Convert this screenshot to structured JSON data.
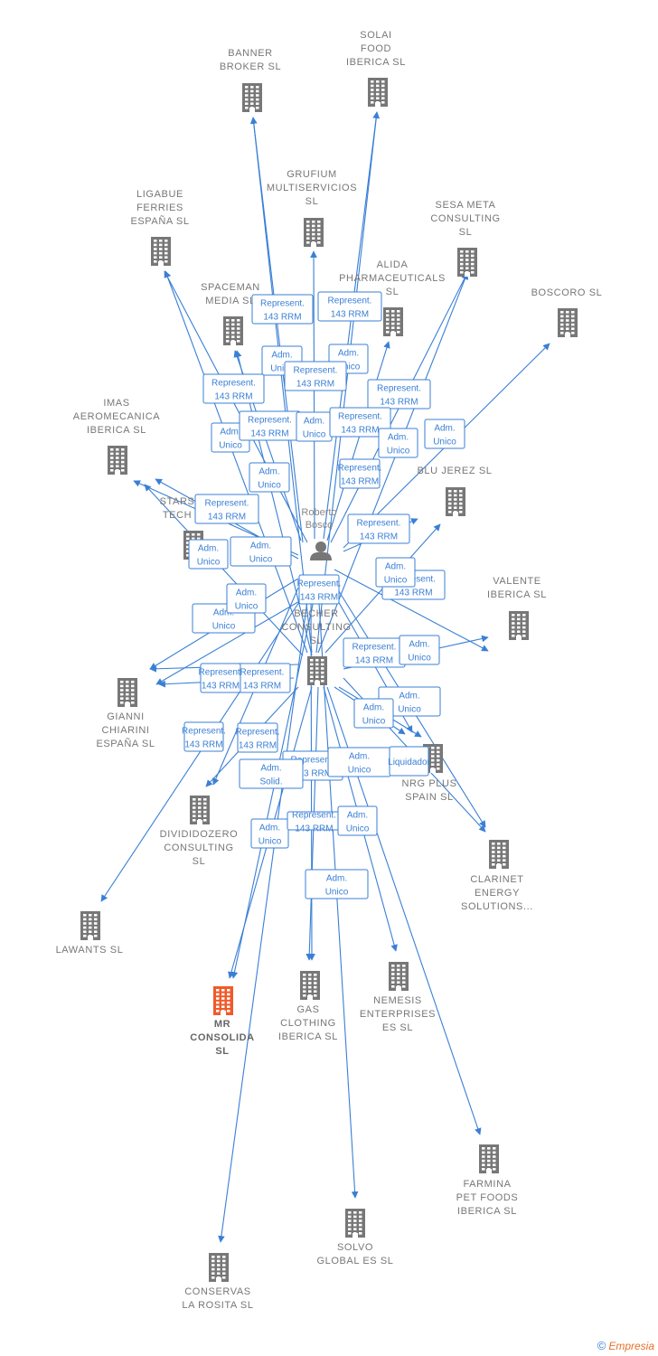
{
  "person": {
    "name_lines": [
      "Roberto",
      "Bosco"
    ]
  },
  "colors": {
    "edge": "#3a7fd5",
    "building": "#777777",
    "focus_building": "#f05a2a"
  },
  "companies": [
    {
      "id": "banner",
      "lines": [
        "BANNER",
        "BROKER  SL"
      ]
    },
    {
      "id": "solai",
      "lines": [
        "SOLAI",
        "FOOD",
        "IBERICA  SL"
      ]
    },
    {
      "id": "grufium",
      "lines": [
        "GRUFIUM",
        "MULTISERVICIOS",
        "SL"
      ]
    },
    {
      "id": "ligabue",
      "lines": [
        "LIGABUE",
        "FERRIES",
        "ESPAÑA  SL"
      ]
    },
    {
      "id": "sesa",
      "lines": [
        "SESA META",
        "CONSULTING",
        "SL"
      ]
    },
    {
      "id": "alida",
      "lines": [
        "ALIDA",
        "PHARMACEUTICALS",
        "SL"
      ]
    },
    {
      "id": "spaceman",
      "lines": [
        "SPACEMAN",
        "MEDIA  SL"
      ]
    },
    {
      "id": "boscoro",
      "lines": [
        "BOSCORO  SL"
      ]
    },
    {
      "id": "imas",
      "lines": [
        "IMAS",
        "AEROMECANICA",
        "IBERICA  SL"
      ]
    },
    {
      "id": "blujerez",
      "lines": [
        "BLU JEREZ  SL"
      ]
    },
    {
      "id": "stars",
      "lines": [
        "STARS",
        "TECH"
      ]
    },
    {
      "id": "valente",
      "lines": [
        "VALENTE",
        "IBERICA  SL"
      ]
    },
    {
      "id": "becher",
      "lines": [
        "BECHER",
        "CONSULTING",
        "SL"
      ]
    },
    {
      "id": "gianni",
      "lines": [
        "GIANNI",
        "CHIARINI",
        "ESPAÑA  SL"
      ]
    },
    {
      "id": "nrg",
      "lines": [
        "NRG PLUS",
        "SPAIN  SL"
      ]
    },
    {
      "id": "divididozero",
      "lines": [
        "DIVIDIDOZERO",
        "CONSULTING",
        "SL"
      ]
    },
    {
      "id": "clarinet",
      "lines": [
        "CLARINET",
        "ENERGY",
        "SOLUTIONS..."
      ]
    },
    {
      "id": "lawants",
      "lines": [
        "LAWANTS  SL"
      ]
    },
    {
      "id": "mr",
      "lines": [
        "MR",
        "CONSOLIDA",
        "SL"
      ],
      "focus": true
    },
    {
      "id": "gas",
      "lines": [
        "GAS",
        "CLOTHING",
        "IBERICA SL"
      ]
    },
    {
      "id": "nemesis",
      "lines": [
        "NEMESIS",
        "ENTERPRISES",
        "ES  SL"
      ]
    },
    {
      "id": "farmina",
      "lines": [
        "FARMINA",
        "PET FOODS",
        "IBERICA SL"
      ]
    },
    {
      "id": "solvo",
      "lines": [
        "SOLVO",
        "GLOBAL ES  SL"
      ]
    },
    {
      "id": "conservas",
      "lines": [
        "CONSERVAS",
        "LA ROSITA  SL"
      ]
    }
  ],
  "edge_labels": [
    {
      "lines": [
        "Represent.",
        "143 RRM"
      ]
    },
    {
      "lines": [
        "Represent.",
        "143 RRM"
      ]
    },
    {
      "lines": [
        "Adm.",
        "Unico"
      ]
    },
    {
      "lines": [
        "Adm.",
        "Unico"
      ]
    },
    {
      "lines": [
        "Represent.",
        "143 RRM"
      ]
    },
    {
      "lines": [
        "Represent.",
        "143 RRM"
      ]
    },
    {
      "lines": [
        "Represent.",
        "143 RRM"
      ]
    },
    {
      "lines": [
        "Adm.",
        "Unico"
      ]
    },
    {
      "lines": [
        "Represent.",
        "143 RRM"
      ]
    },
    {
      "lines": [
        "Adm.",
        "Unico"
      ]
    },
    {
      "lines": [
        "Represent.",
        "143 RRM"
      ]
    },
    {
      "lines": [
        "Adm.",
        "Unico"
      ]
    },
    {
      "lines": [
        "Adm.",
        "Unico"
      ]
    },
    {
      "lines": [
        "Adm.",
        "Unico"
      ]
    },
    {
      "lines": [
        "Represent.",
        "143 RRM"
      ]
    },
    {
      "lines": [
        "Represent.",
        "143 RRM"
      ]
    },
    {
      "lines": [
        "Represent.",
        "143 RRM"
      ]
    },
    {
      "lines": [
        "Adm.",
        "Unico"
      ]
    },
    {
      "lines": [
        "Adm.",
        "Unico"
      ]
    },
    {
      "lines": [
        "Represent.",
        "143 RRM"
      ]
    },
    {
      "lines": [
        "Adm.",
        "Unico"
      ]
    },
    {
      "lines": [
        "Adm.",
        "Unico"
      ]
    },
    {
      "lines": [
        "Represent.",
        "143 RRM"
      ]
    },
    {
      "lines": [
        "Represent.",
        "143 RRM"
      ]
    },
    {
      "lines": [
        "Adm.",
        "Unico"
      ]
    },
    {
      "lines": [
        "Represent.",
        "143 RRM"
      ]
    },
    {
      "lines": [
        "Represent.",
        "143 RRM"
      ]
    },
    {
      "lines": [
        "Adm.",
        "Unico"
      ]
    },
    {
      "lines": [
        "Adm.",
        "Unico"
      ]
    },
    {
      "lines": [
        "Adm.",
        "Unico"
      ]
    },
    {
      "lines": [
        "Represent.",
        "143 RRM"
      ]
    },
    {
      "lines": [
        "Represent.",
        "143 RRM"
      ]
    },
    {
      "lines": [
        "Represent.",
        "143 RRM"
      ]
    },
    {
      "lines": [
        "Adm.",
        "Solid."
      ]
    },
    {
      "lines": [
        "Adm.",
        "Unico"
      ]
    },
    {
      "lines": [
        "Liquidador"
      ]
    },
    {
      "lines": [
        "Adm.",
        "Unico"
      ]
    },
    {
      "lines": [
        "Represent.",
        "143 RRM"
      ]
    },
    {
      "lines": [
        "Adm.",
        "Unico"
      ]
    },
    {
      "lines": [
        "Adm.",
        "Unico"
      ]
    }
  ],
  "footer": {
    "copyright": "©",
    "brand": "Empresia"
  }
}
